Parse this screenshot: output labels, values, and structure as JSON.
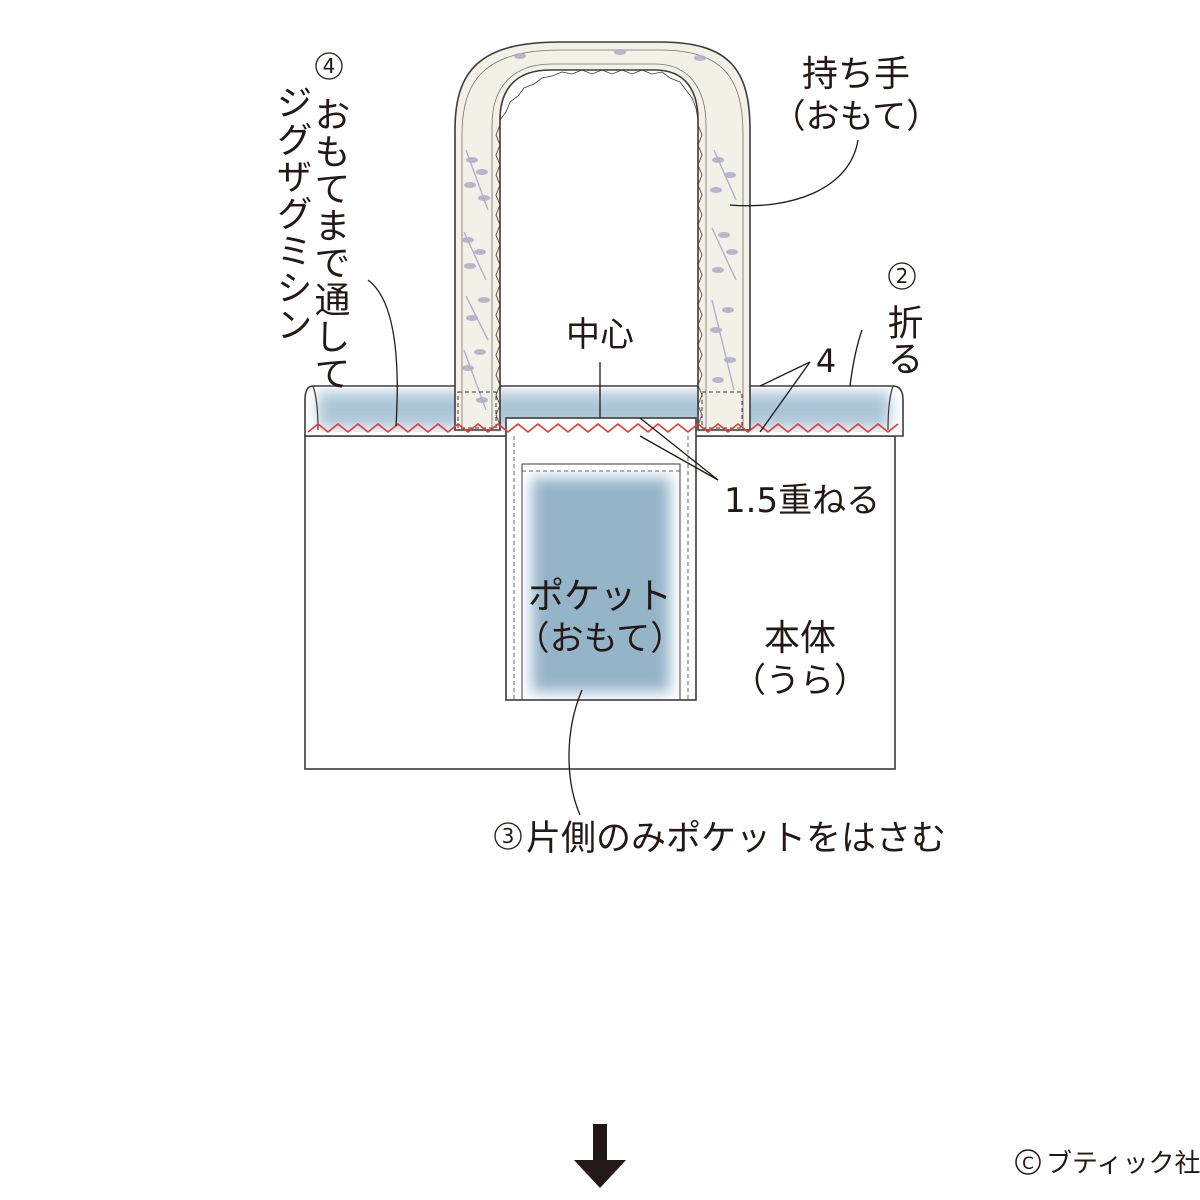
{
  "labels": {
    "handle_line1": "持ち手",
    "handle_line2": "（おもて）",
    "step2_num": "2",
    "step2_text": "折る",
    "step4_num": "4",
    "step4_line1": "おもてまで通して",
    "step4_line2": "ジグザグミシン",
    "center": "中心",
    "fold_width": "4",
    "overlap": "1.5重ねる",
    "pocket_line1": "ポケット",
    "pocket_line2": "（おもて）",
    "body_line1": "本体",
    "body_line2": "（うら）",
    "step3_num": "3",
    "step3_text": "片側のみポケットをはさむ",
    "copyright_symbol": "C",
    "copyright_text": "ブティック社"
  },
  "colors": {
    "outline": "#3e3a39",
    "fold_blue": "#a7c2d6",
    "pocket_blue": "#8fb0c6",
    "handle_fabric": "#f3f0e8",
    "handle_print": "#b3aec9",
    "zigzag_red": "#e23a2e"
  },
  "icons": {
    "next_step": "arrow-down-icon"
  }
}
